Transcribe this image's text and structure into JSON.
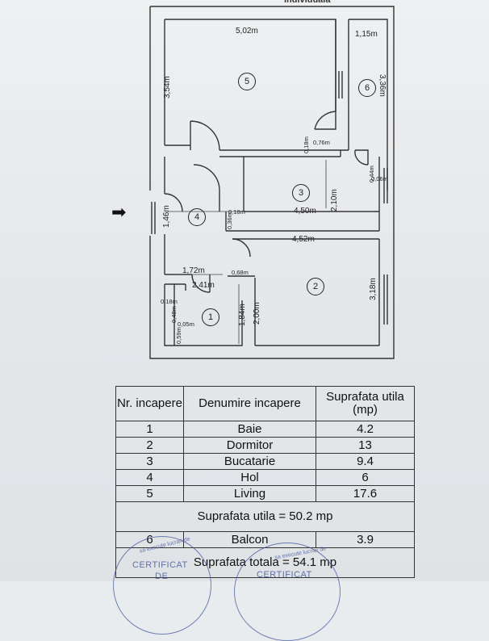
{
  "header": {
    "title_fragment": "individuala"
  },
  "plan": {
    "rooms": [
      {
        "number": "1"
      },
      {
        "number": "2"
      },
      {
        "number": "3"
      },
      {
        "number": "4"
      },
      {
        "number": "5"
      },
      {
        "number": "6"
      }
    ],
    "dimensions": {
      "living_width": "5,02m",
      "balcon_width": "1,15m",
      "living_height": "3,54m",
      "balcon_height": "3,36m",
      "kitchen_door_width": "0,76m",
      "kitchen_wall_small": "0,18m",
      "balcon_door_small": "0,44m",
      "balcon_small2": "0,06m",
      "kitchen_width": "4,50m",
      "kitchen_height": "2,10m",
      "hol_height": "1,46m",
      "hol_wall_small": "0,18m",
      "hol_wall_small2": "0,36m",
      "bedroom_width": "4,52m",
      "bedroom_height": "3,18m",
      "bath_width": "1,72m",
      "bath_diag": "2,41m",
      "bath_door": "0,68m",
      "bath_height": "1,84m",
      "corridor_height": "2,00m",
      "bath_small1": "0,18m",
      "bath_small2": "0,48m",
      "bath_small3": "0,05m",
      "bath_small4": "0,59m"
    }
  },
  "table": {
    "headers": [
      "Nr. incapere",
      "Denumire incapere",
      "Suprafata utila (mp)"
    ],
    "rows": [
      {
        "nr": "1",
        "name": "Baie",
        "area": "4.2"
      },
      {
        "nr": "2",
        "name": "Dormitor",
        "area": "13"
      },
      {
        "nr": "3",
        "name": "Bucatarie",
        "area": "9.4"
      },
      {
        "nr": "4",
        "name": "Hol",
        "area": "6"
      },
      {
        "nr": "5",
        "name": "Living",
        "area": "17.6"
      }
    ],
    "total_utila": "Suprafata utila = 50.2 mp",
    "balcon_row": {
      "nr": "6",
      "name": "Balcon",
      "area": "3.9"
    },
    "total": "Suprafata totala = 54.1 mp"
  },
  "stamps": {
    "left_word1": "CERTIFICAT",
    "left_word2": "DE",
    "right_word": "CERTIFICAT",
    "arc_text": "sa execute lucrari de"
  }
}
